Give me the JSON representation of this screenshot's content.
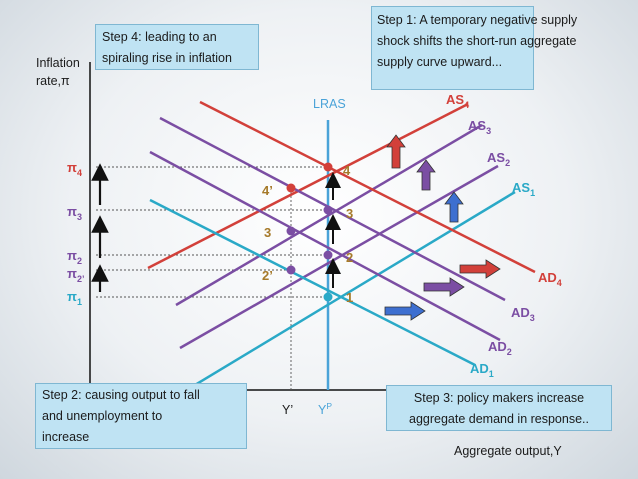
{
  "callouts": {
    "step1": [
      "Step 1: A temporary negative supply",
      "shock shifts the short-run aggregate",
      "supply curve upward..."
    ],
    "step2": [
      "Step 2: causing output to fall",
      "and unemployment to",
      "increase"
    ],
    "step3": [
      "Step 3: policy makers increase",
      "aggregate demand in response.."
    ],
    "step4": [
      "Step 4: leading to an",
      "spiraling rise in inflation"
    ]
  },
  "axes": {
    "y_label": [
      "Inflation",
      "rate,π"
    ],
    "x_label": "Aggregate output,Y",
    "lras": "LRAS",
    "yp": "Y",
    "yp_sup": "P",
    "yprime": "Y’"
  },
  "pi_labels": {
    "pi4": [
      "π",
      "4"
    ],
    "pi3": [
      "π",
      "3"
    ],
    "pi2": [
      "π",
      "2"
    ],
    "pi2p": [
      "π",
      "2’"
    ],
    "pi1": [
      "π",
      "1"
    ]
  },
  "curves": {
    "as": [
      {
        "base": "AS",
        "sub": "1",
        "color": "#2aa9c7"
      },
      {
        "base": "AS",
        "sub": "2",
        "color": "#7b4ea3"
      },
      {
        "base": "AS",
        "sub": "3",
        "color": "#7b4ea3"
      },
      {
        "base": "AS",
        "sub": "4",
        "color": "#d2403a"
      }
    ],
    "ad": [
      {
        "base": "AD",
        "sub": "1",
        "color": "#2aa9c7"
      },
      {
        "base": "AD",
        "sub": "2",
        "color": "#7b4ea3"
      },
      {
        "base": "AD",
        "sub": "3",
        "color": "#7b4ea3"
      },
      {
        "base": "AD",
        "sub": "4",
        "color": "#d2403a"
      }
    ]
  },
  "points": {
    "p1": "1",
    "p2": "2",
    "p3": "3",
    "p4": "4",
    "p2p": "2’",
    "p3p": "3",
    "p4p": "4’"
  },
  "colors": {
    "cyan": "#2aa9c7",
    "purple": "#7b4ea3",
    "red": "#d2403a",
    "blue_arrow": "#3d6fd0",
    "lras": "#4aa3d8",
    "black": "#111111"
  }
}
